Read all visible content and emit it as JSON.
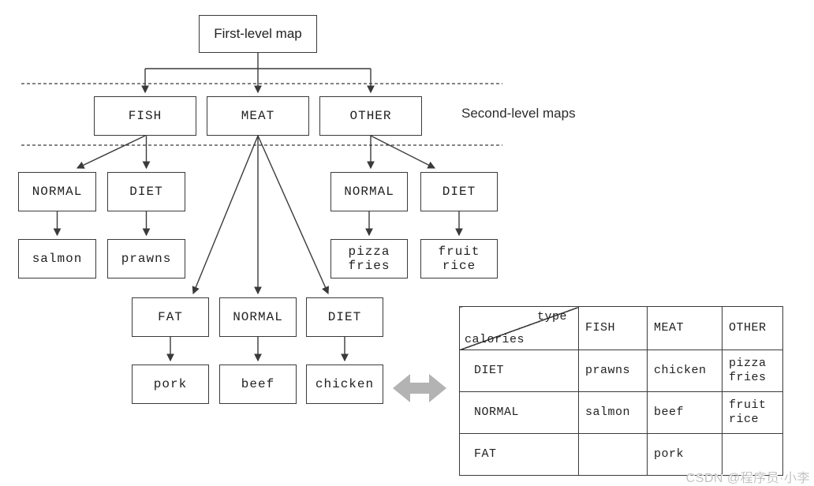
{
  "annotations": {
    "second_level_label": "Second-level maps",
    "watermark": "CSDN @程序员·小李"
  },
  "nodes": {
    "first_level": {
      "label": "First-level map"
    },
    "fish": {
      "label": "FISH"
    },
    "meat": {
      "label": "MEAT"
    },
    "other": {
      "label": "OTHER"
    },
    "fish_normal": {
      "label": "NORMAL"
    },
    "fish_diet": {
      "label": "DIET"
    },
    "salmon": {
      "label": "salmon"
    },
    "prawns": {
      "label": "prawns"
    },
    "other_normal": {
      "label": "NORMAL"
    },
    "other_diet": {
      "label": "DIET"
    },
    "pizza_fries": {
      "label": "pizza\nfries"
    },
    "fruit_rice": {
      "label": "fruit\nrice"
    },
    "meat_fat": {
      "label": "FAT"
    },
    "meat_normal": {
      "label": "NORMAL"
    },
    "meat_diet": {
      "label": "DIET"
    },
    "pork": {
      "label": "pork"
    },
    "beef": {
      "label": "beef"
    },
    "chicken": {
      "label": "chicken"
    }
  },
  "table": {
    "corner": {
      "top_right": "type",
      "bottom_left": "calories"
    },
    "col_headers": [
      "FISH",
      "MEAT",
      "OTHER"
    ],
    "rows": [
      {
        "label": "DIET",
        "cells": [
          "prawns",
          "chicken",
          "pizza\nfries"
        ]
      },
      {
        "label": "NORMAL",
        "cells": [
          "salmon",
          "beef",
          "fruit\nrice"
        ]
      },
      {
        "label": "FAT",
        "cells": [
          "",
          "pork",
          ""
        ]
      }
    ]
  },
  "colors": {
    "line": "#3a3a3a",
    "equivalence_arrow": "#b3b3b3",
    "watermark": "#c3c3c3"
  }
}
